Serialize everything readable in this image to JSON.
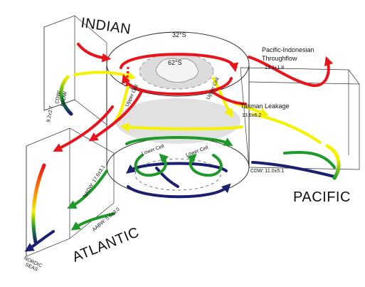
{
  "basins": {
    "indian": "INDIAN",
    "pacific": "PACIFIC",
    "atlantic": "ATLANTIC"
  },
  "latitudes": {
    "outer": "32°S",
    "inner": "62°S"
  },
  "cells": {
    "upper_left": "Upper Cell",
    "upper_right": "Upper Cell",
    "lower_left": "Lower Cell",
    "lower_right": "Lower Cell"
  },
  "transports": {
    "throughflow_line1": "Pacific-Indonesian",
    "throughflow_line2": "Throughflow",
    "throughflow_value": "13.3±1.8",
    "tasman_line1": "Tasman Leakage",
    "tasman_value": "13.6±6.2",
    "cdw_pacific": "CDW: 11.0±5.1",
    "cdw_indian_line1": "CDW/",
    "cdw_indian_line2": "NADW",
    "cdw_indian_value": "9.2±2.7",
    "nadw": "NADW: 17.6±3.1",
    "aabw": "AABW: 5.6±3.0",
    "nordic_line1": "NORDIC",
    "nordic_line2": "SEAS"
  },
  "colors": {
    "upper_flow": "#e8141b",
    "surface_flow": "#f5f200",
    "intermediate_flow": "#1f9a2a",
    "deep_flow": "#1b1f6e",
    "gradient_mid": "#ff8a00"
  }
}
